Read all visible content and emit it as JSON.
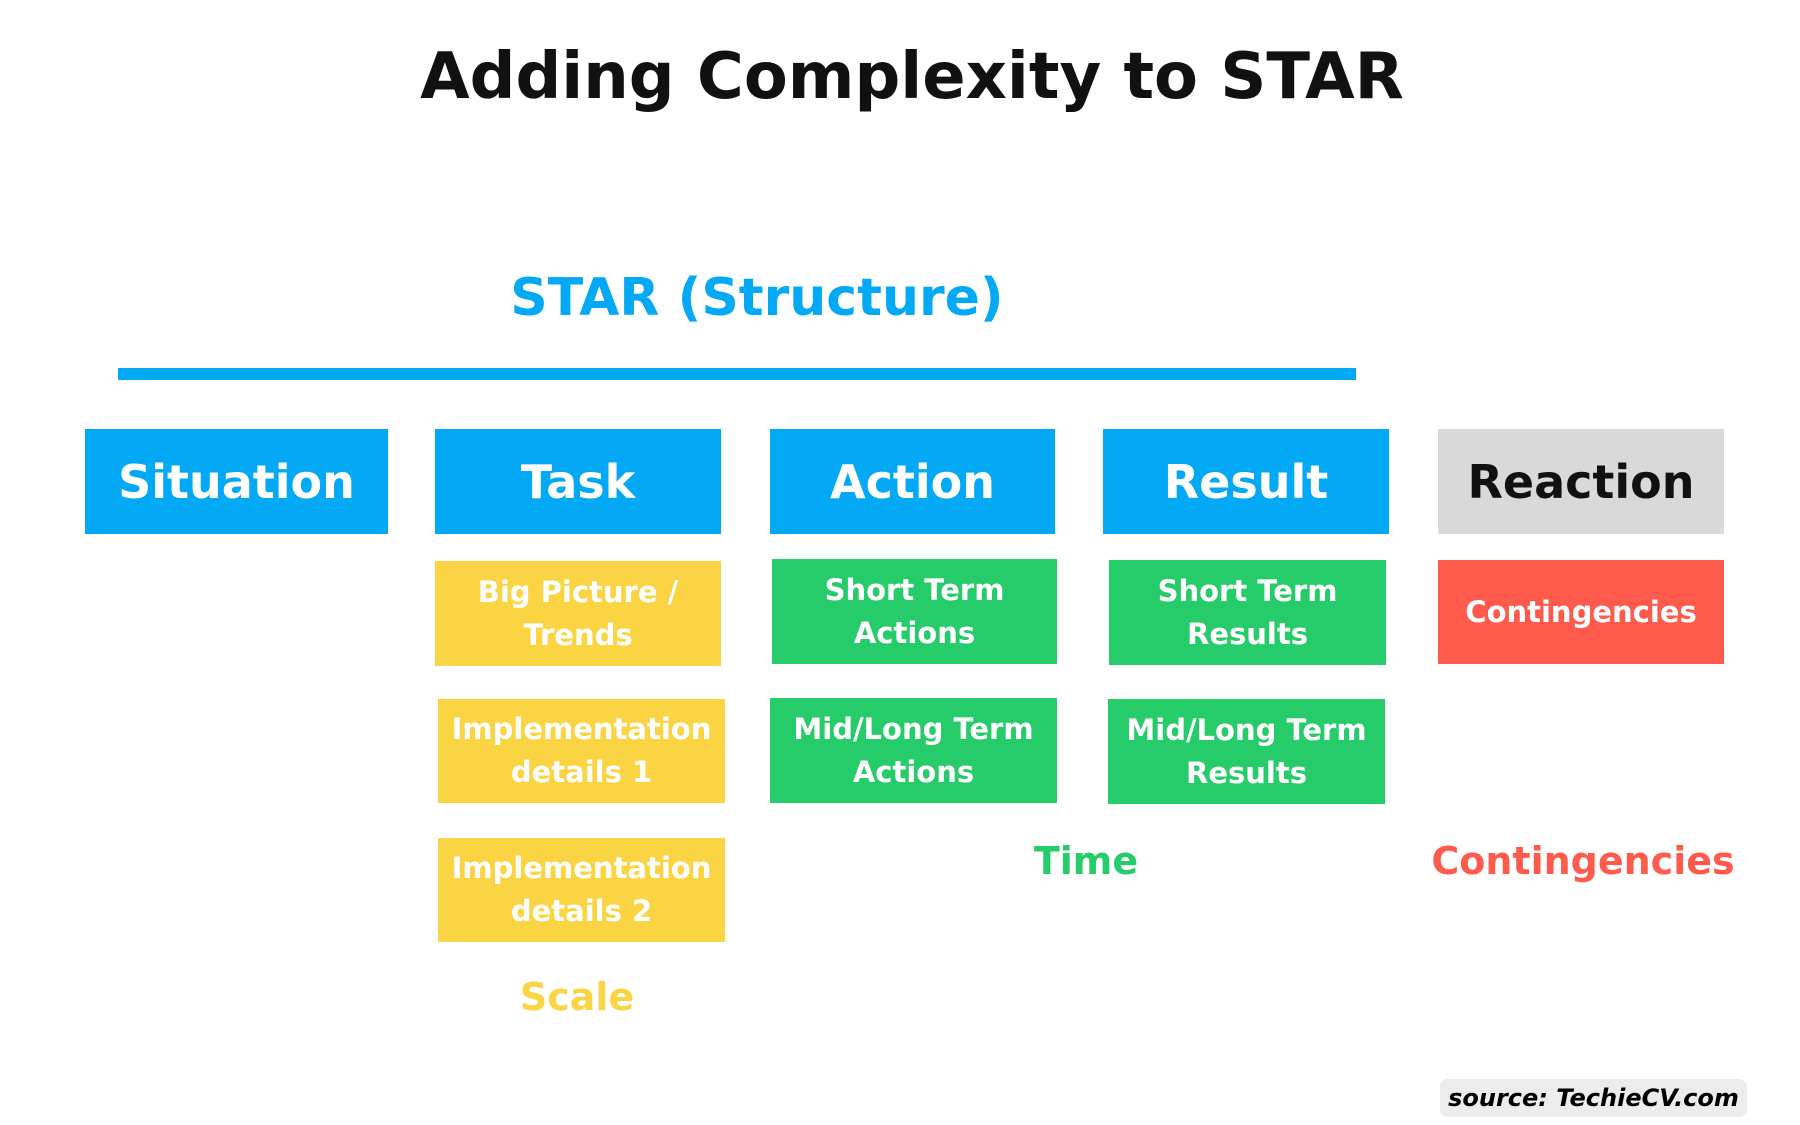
{
  "title": "Adding Complexity to STAR",
  "subtitle": "STAR (Structure)",
  "columns": {
    "situation": {
      "label": "Situation"
    },
    "task": {
      "label": "Task",
      "items": [
        "Big Picture / Trends",
        "Implementation details 1",
        "Implementation details 2"
      ],
      "footer": "Scale"
    },
    "action": {
      "label": "Action",
      "items": [
        "Short Term Actions",
        "Mid/Long Term Actions"
      ]
    },
    "result": {
      "label": "Result",
      "items": [
        "Short Term Results",
        "Mid/Long Term Results"
      ]
    },
    "reaction": {
      "label": "Reaction",
      "items": [
        "Contingencies"
      ],
      "footer": "Contingencies"
    }
  },
  "time_label": "Time",
  "source": "source: TechieCV.com",
  "colors": {
    "blue": "#03A9F4",
    "yellow": "#FBD443",
    "green": "#27CC6A",
    "red": "#FF5A4B",
    "gray": "#D9D9D9"
  }
}
